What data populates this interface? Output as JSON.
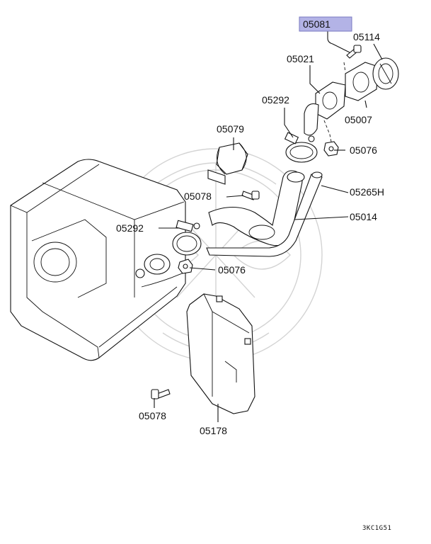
{
  "highlight": {
    "part": "05081",
    "color": "#b3b3e6"
  },
  "labels": {
    "p05081": "05081",
    "p05114": "05114",
    "p05021": "05021",
    "p05007": "05007",
    "p05292a": "05292",
    "p05079": "05079",
    "p05076a": "05076",
    "p05078a": "05078",
    "p05265h": "05265H",
    "p05292b": "05292",
    "p05014": "05014",
    "p05076b": "05076",
    "p05078b": "05078",
    "p05178": "05178"
  },
  "reference_code": "3KC1G51"
}
